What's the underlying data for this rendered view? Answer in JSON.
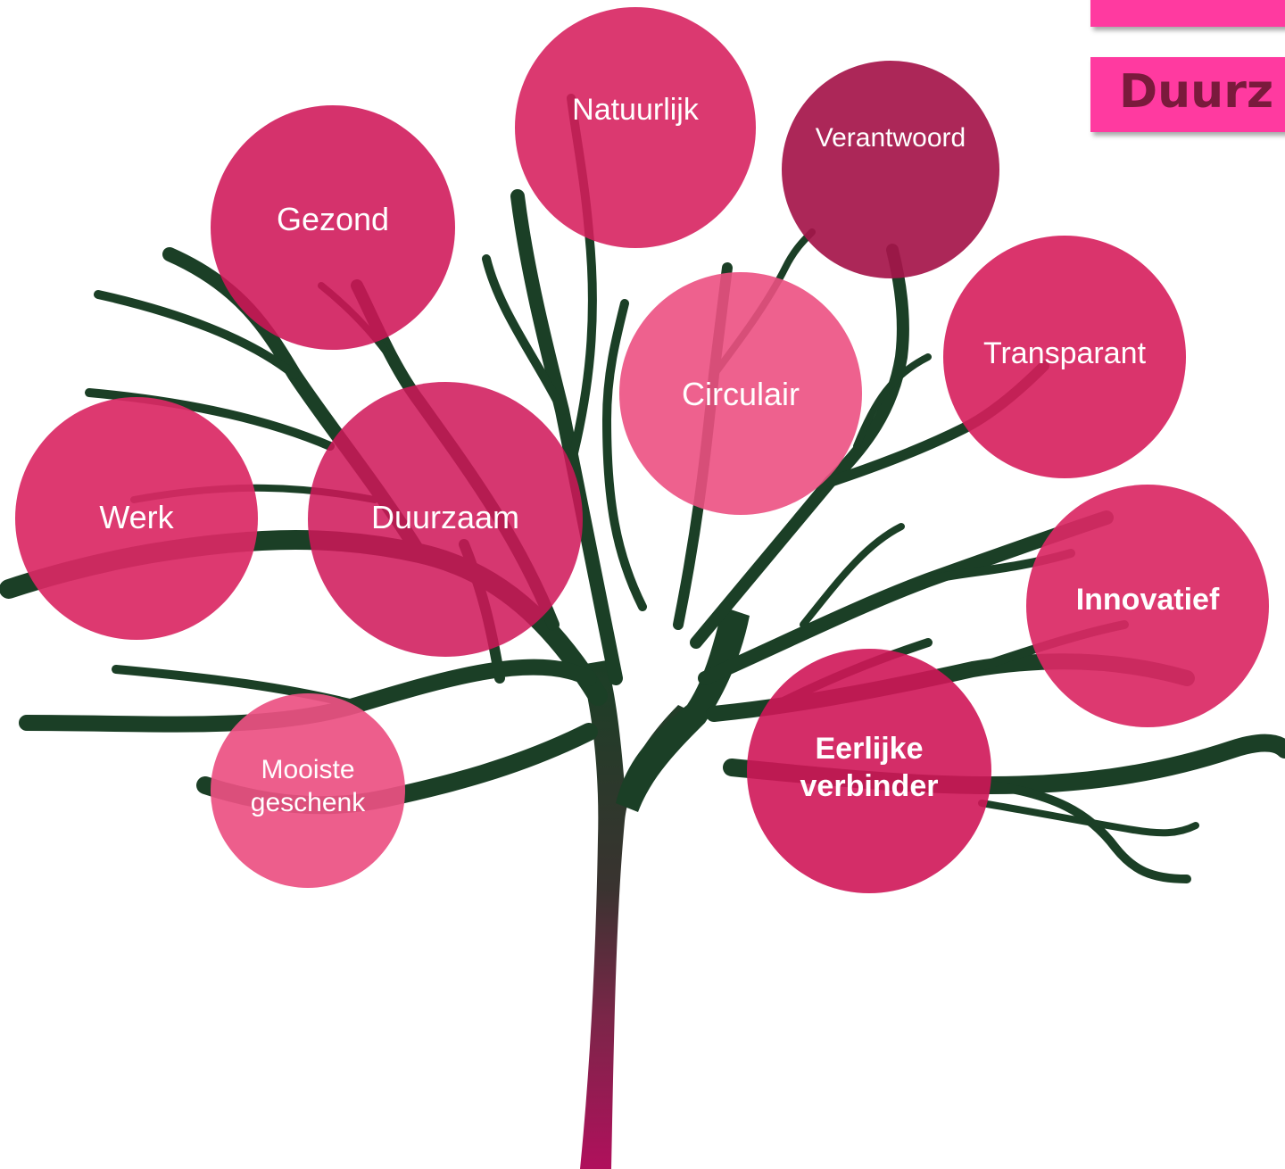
{
  "header": {
    "title": "Duurz"
  },
  "colors": {
    "banner": "#ff3aa0",
    "banner_text": "#7a1a3c",
    "tree_dark": "#1b3f26",
    "trunk_bottom": "#b0105c",
    "bubble_primary": "#cf1b5c",
    "bubble_light": "#e9417a",
    "bubble_dark": "#a5154a"
  },
  "bubbles": [
    {
      "label": "Natuurlijk",
      "bold": false
    },
    {
      "label": "Verantwoord",
      "bold": false
    },
    {
      "label": "Gezond",
      "bold": false
    },
    {
      "label": "Circulair",
      "bold": false
    },
    {
      "label": "Transparant",
      "bold": false
    },
    {
      "label": "Werk",
      "bold": false
    },
    {
      "label": "Duurzaam",
      "bold": false
    },
    {
      "label": "Innovatief",
      "bold": true
    },
    {
      "label": "Eerlijke verbinder",
      "bold": true
    },
    {
      "label": "Mooiste geschenk",
      "bold": false
    }
  ]
}
